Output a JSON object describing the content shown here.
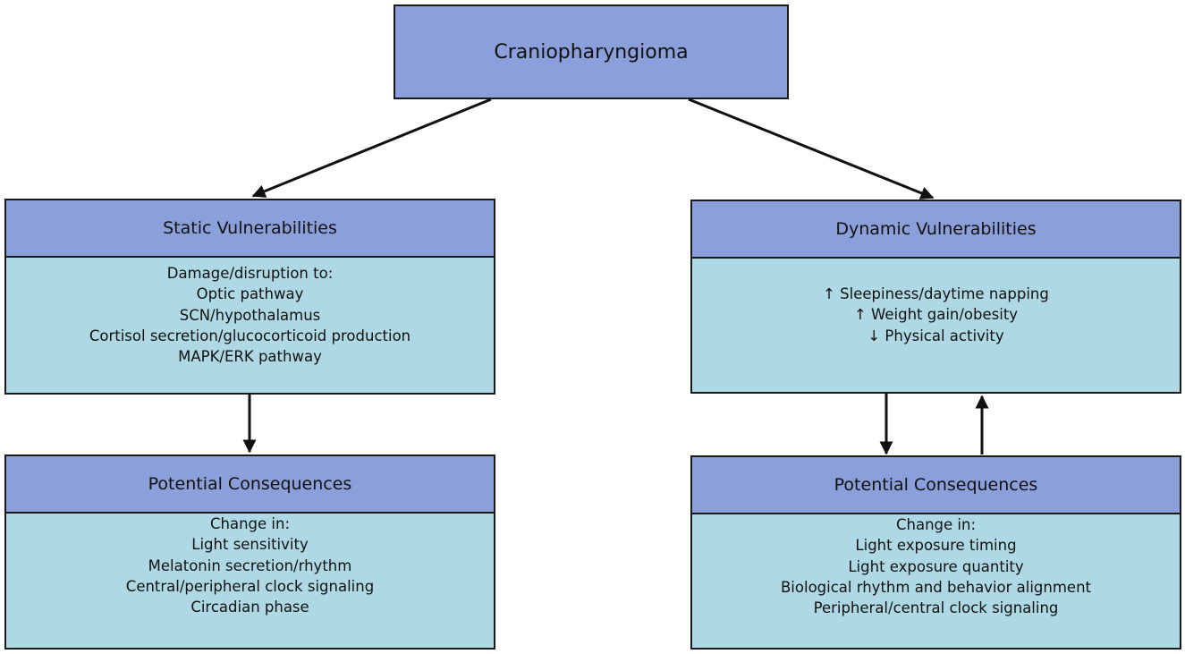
{
  "root": {
    "label": "Craniopharyngioma"
  },
  "static_vulnerabilities": {
    "title": "Static Vulnerabilities",
    "lines": [
      "Damage/disruption to:",
      "Optic pathway",
      "SCN/hypothalamus",
      "Cortisol secretion/glucocorticoid production",
      "MAPK/ERK pathway"
    ]
  },
  "dynamic_vulnerabilities": {
    "title": "Dynamic Vulnerabilities",
    "lines": [
      "↑ Sleepiness/daytime napping",
      "↑ Weight gain/obesity",
      "↓ Physical activity"
    ]
  },
  "static_consequences": {
    "title": "Potential Consequences",
    "lines": [
      "Change in:",
      "Light sensitivity",
      "Melatonin secretion/rhythm",
      "Central/peripheral clock signaling",
      "Circadian phase"
    ]
  },
  "dynamic_consequences": {
    "title": "Potential Consequences",
    "lines": [
      "Change in:",
      "Light exposure timing",
      "Light exposure quantity",
      "Biological rhythm and behavior alignment",
      "Peripheral/central clock signaling"
    ]
  },
  "colors": {
    "header_fill": "#8b9fda",
    "body_fill": "#aed9e4",
    "stroke": "#1a1a1a"
  }
}
